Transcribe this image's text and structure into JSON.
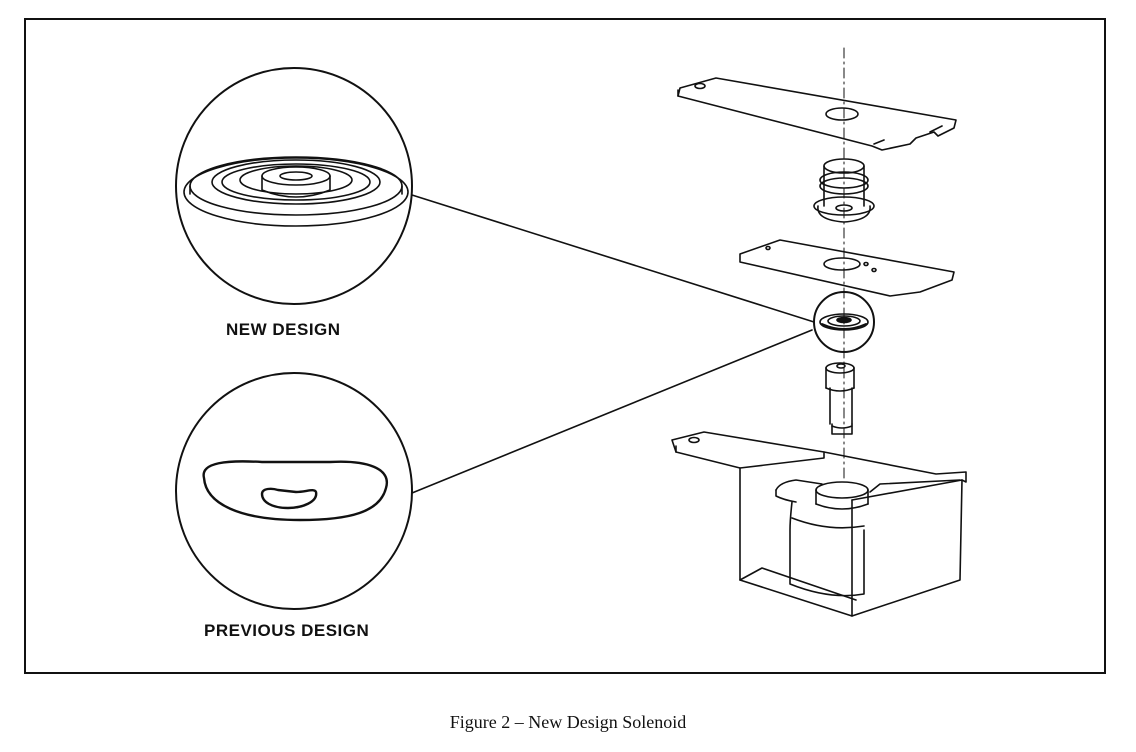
{
  "labels": {
    "new_design": "NEW DESIGN",
    "previous_design": "PREVIOUS DESIGN"
  },
  "caption": "Figure 2 – New Design Solenoid",
  "colors": {
    "ink": "#111111",
    "paper": "#ffffff"
  }
}
